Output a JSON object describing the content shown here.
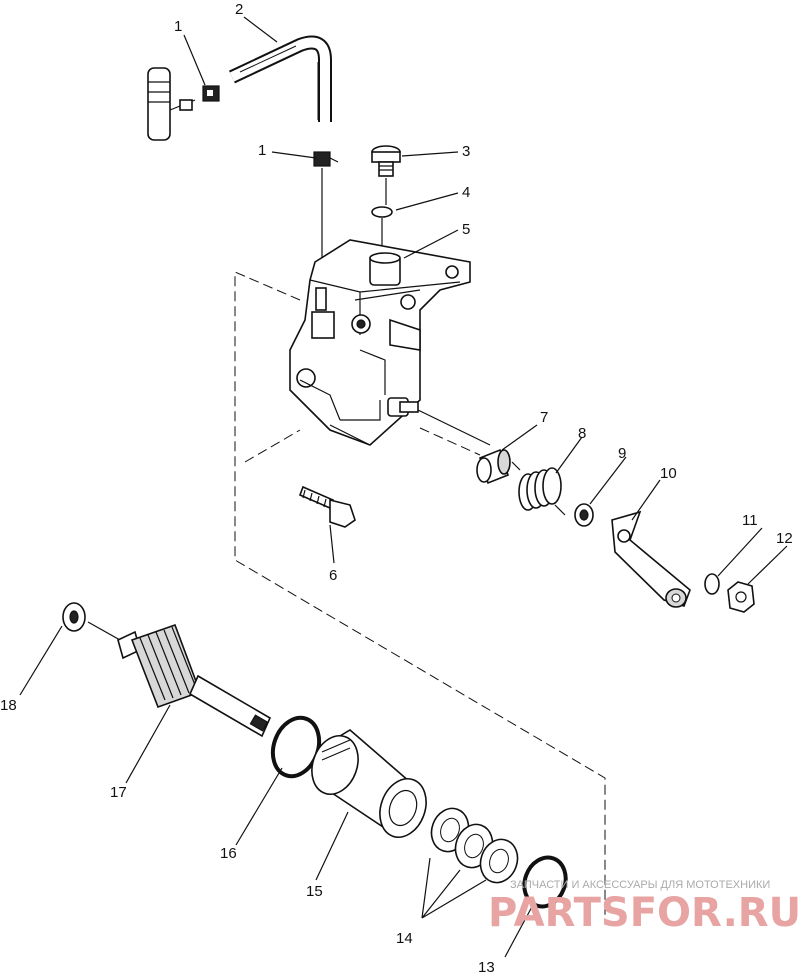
{
  "diagram": {
    "callouts": [
      {
        "id": "c1a",
        "label": "1"
      },
      {
        "id": "c1b",
        "label": "1"
      },
      {
        "id": "c2",
        "label": "2"
      },
      {
        "id": "c3",
        "label": "3"
      },
      {
        "id": "c4",
        "label": "4"
      },
      {
        "id": "c5",
        "label": "5"
      },
      {
        "id": "c6",
        "label": "6"
      },
      {
        "id": "c7",
        "label": "7"
      },
      {
        "id": "c8",
        "label": "8"
      },
      {
        "id": "c9",
        "label": "9"
      },
      {
        "id": "c10",
        "label": "10"
      },
      {
        "id": "c11",
        "label": "11"
      },
      {
        "id": "c12",
        "label": "12"
      },
      {
        "id": "c13",
        "label": "13"
      },
      {
        "id": "c14",
        "label": "14"
      },
      {
        "id": "c15",
        "label": "15"
      },
      {
        "id": "c16",
        "label": "16"
      },
      {
        "id": "c17",
        "label": "17"
      },
      {
        "id": "c18",
        "label": "18"
      }
    ]
  },
  "watermark": {
    "caption": "ЗАПЧАСТИ И АКСЕССУАРЫ ДЛЯ МОТОТЕХНИКИ",
    "logo_text": "PARTSFOR.RU",
    "logo_color": "#e8a3a3"
  }
}
